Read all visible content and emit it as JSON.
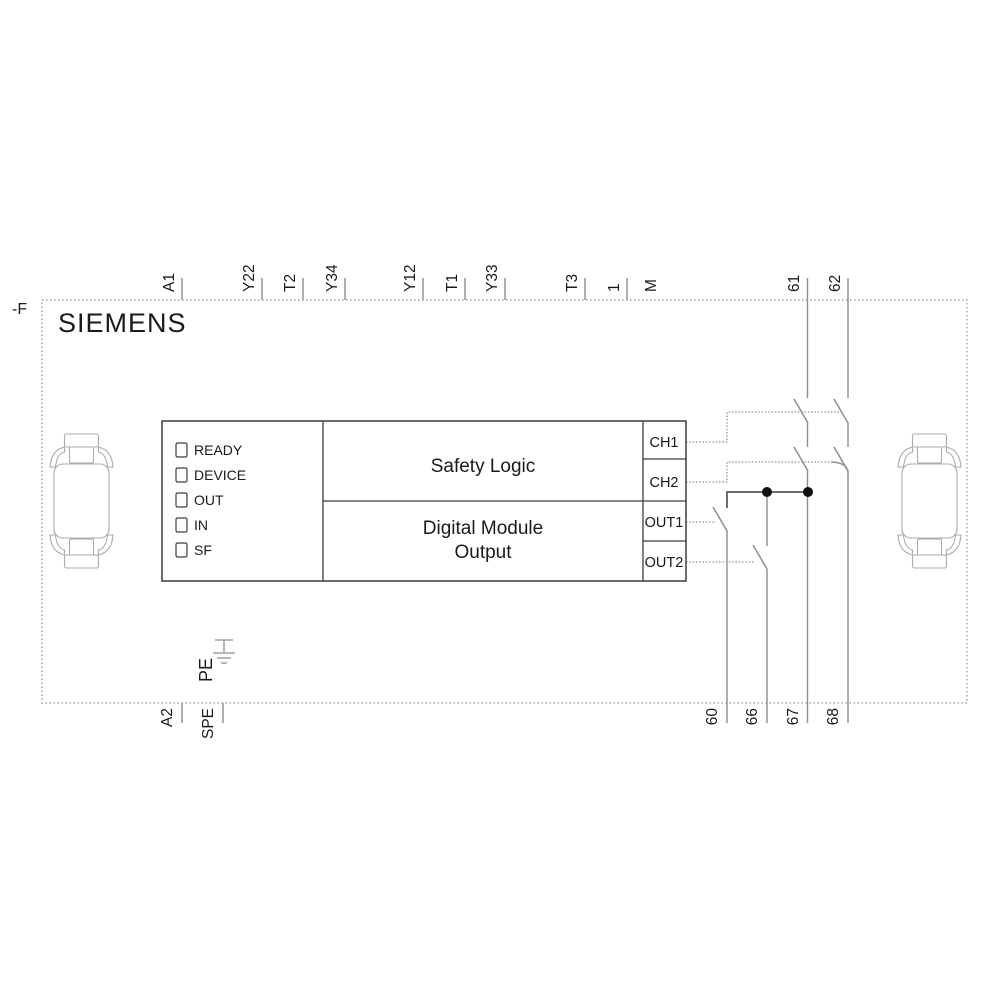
{
  "brand": "SIEMENS",
  "device_ref": "-F",
  "terminals": {
    "top": [
      "A1",
      "Y22",
      "T2",
      "Y34",
      "Y12",
      "T1",
      "Y33",
      "T3",
      "1",
      "M",
      "61",
      "62"
    ],
    "bottom": [
      "A2",
      "SPE",
      "60",
      "66",
      "67",
      "68"
    ]
  },
  "module": {
    "leds": [
      "READY",
      "DEVICE",
      "OUT",
      "IN",
      "SF"
    ],
    "safety_logic_label": "Safety Logic",
    "output_block_line1": "Digital Module",
    "output_block_line2": "Output",
    "outputs": [
      "CH1",
      "CH2",
      "OUT1",
      "OUT2"
    ]
  },
  "ground_label": "PE",
  "colors": {
    "background": "#ffffff",
    "text": "#1a1a1a",
    "box_stroke": "#3d3d3d",
    "wire_gray": "#8f8f8f",
    "junction_gray": "#6e6e6e",
    "junction_dot": "#111111",
    "clip_gray": "#ababab"
  }
}
